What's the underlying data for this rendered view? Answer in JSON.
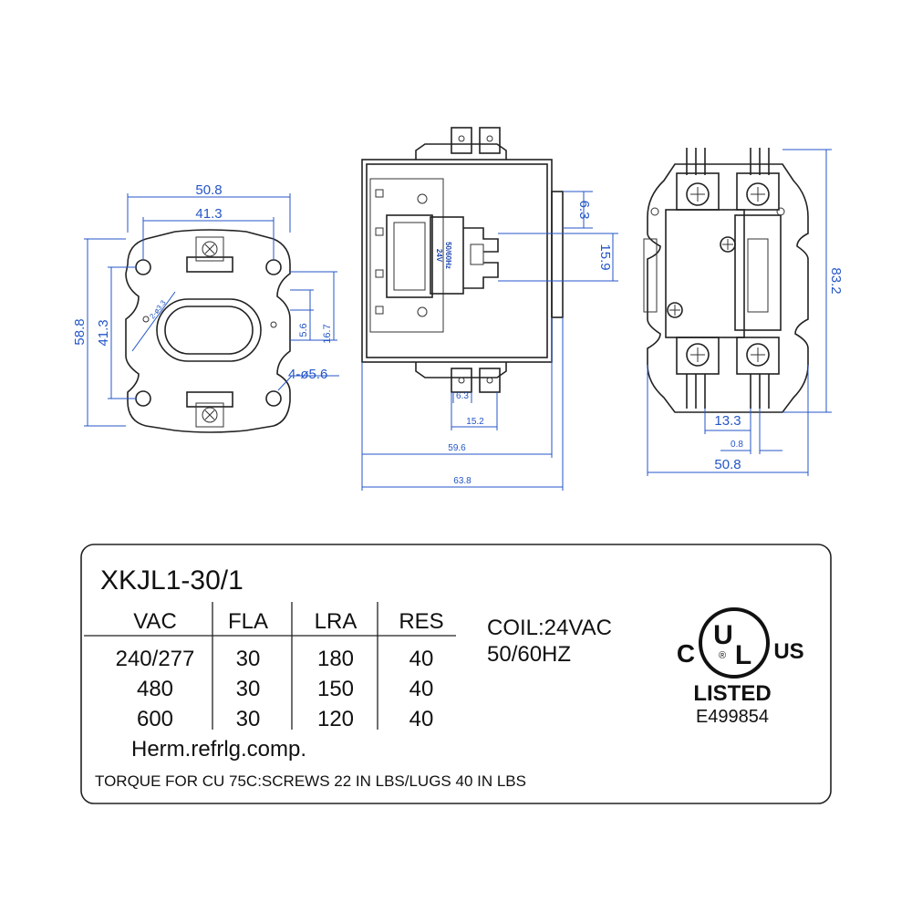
{
  "dimensions": {
    "left_view": {
      "width_overall": "50.8",
      "width_holes": "41.3",
      "height_overall": "58.8",
      "height_holes": "41.3",
      "diag_hole": "2-ø3.3",
      "slot_5_6": "5.6",
      "slot_16_7": "16.7",
      "holes_label": "4-ø5.6"
    },
    "middle_view": {
      "dim_6_3_right": "6.3",
      "dim_15_9": "15.9",
      "dim_6_3_bottom": "6.3",
      "dim_15_2": "15.2",
      "dim_59_6": "59.6",
      "dim_63_8": "63.8",
      "coil_label_line1": "24V",
      "coil_label_line2": "50/60Hz"
    },
    "right_view": {
      "height_overall": "83.2",
      "dim_13_3": "13.3",
      "dim_0_8": "0.8",
      "width_overall": "50.8"
    }
  },
  "spec": {
    "model": "XKJL1-30/1",
    "table": {
      "headers": [
        "VAC",
        "FLA",
        "LRA",
        "RES"
      ],
      "rows": [
        [
          "240/277",
          "30",
          "180",
          "40"
        ],
        [
          "480",
          "30",
          "150",
          "40"
        ],
        [
          "600",
          "30",
          "120",
          "40"
        ]
      ]
    },
    "coil_line1": "COIL:24VAC",
    "coil_line2": "50/60HZ",
    "herm": "Herm.refrlg.comp.",
    "torque": "TORQUE FOR CU 75C:SCREWS 22 IN LBS/LUGS 40 IN LBS",
    "ul": {
      "c": "C",
      "u": "U",
      "l": "L",
      "r": "®",
      "us": "US",
      "listed": "LISTED",
      "file": "E499854"
    }
  },
  "colors": {
    "dimension": "#2456c8",
    "line": "#222222"
  }
}
